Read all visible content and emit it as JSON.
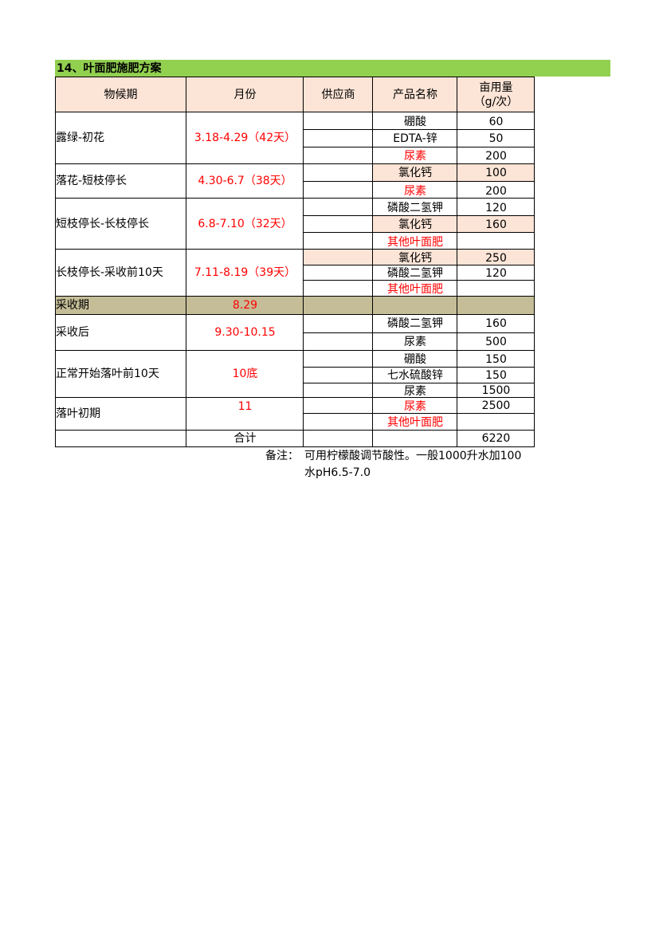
{
  "section_title": "14、叶面肥施肥方案",
  "headers": {
    "phenology": "物候期",
    "month": "月份",
    "supplier": "供应商",
    "product": "产品名称",
    "dosage_line1": "亩用量",
    "dosage_line2": "（g/次）"
  },
  "stages": [
    {
      "phenology": "露绿-初花",
      "month": "3.18-4.29（42天）"
    },
    {
      "phenology": "落花-短枝停长",
      "month": "4.30-6.7（38天）"
    },
    {
      "phenology": "短枝停长-长枝停长",
      "month": "6.8-7.10（32天）"
    },
    {
      "phenology": "长枝停长-采收前10天",
      "month": "7.11-8.19（39天）"
    },
    {
      "phenology": "采收期",
      "month": "8.29"
    },
    {
      "phenology": "采收后",
      "month": "9.30-10.15"
    },
    {
      "phenology": "正常开始落叶前10天",
      "month": "10底"
    },
    {
      "phenology": "落叶初期",
      "month": "11"
    }
  ],
  "products": [
    {
      "name": "硼酸",
      "dosage": "60"
    },
    {
      "name": "EDTA-锌",
      "dosage": "50"
    },
    {
      "name": "尿素",
      "dosage": "200"
    },
    {
      "name": "氯化钙",
      "dosage": "100"
    },
    {
      "name": "尿素",
      "dosage": "200"
    },
    {
      "name": "磷酸二氢钾",
      "dosage": "120"
    },
    {
      "name": "氯化钙",
      "dosage": "160"
    },
    {
      "name": "其他叶面肥",
      "dosage": ""
    },
    {
      "name": "氯化钙",
      "dosage": "250"
    },
    {
      "name": "磷酸二氢钾",
      "dosage": "120"
    },
    {
      "name": "其他叶面肥",
      "dosage": ""
    },
    {
      "name": "磷酸二氢钾",
      "dosage": "160"
    },
    {
      "name": "尿素",
      "dosage": "500"
    },
    {
      "name": "硼酸",
      "dosage": "150"
    },
    {
      "name": "七水硫酸锌",
      "dosage": "150"
    },
    {
      "name": "尿素",
      "dosage": "1500"
    },
    {
      "name": "尿素",
      "dosage": "2500"
    },
    {
      "name": "其他叶面肥",
      "dosage": ""
    }
  ],
  "total": {
    "label": "合计",
    "dosage": "6220"
  },
  "note": {
    "label": "备注：",
    "line1": "可用柠檬酸调节酸性。一般1000升水加100",
    "line2": "水pH6.5-7.0"
  },
  "colors": {
    "title_bar": "#92d050",
    "header_fill": "#fce4d6",
    "highlight_fill": "#fce4d6",
    "harvest_fill": "#c4bd97",
    "emphasis_text": "#ff0000"
  }
}
